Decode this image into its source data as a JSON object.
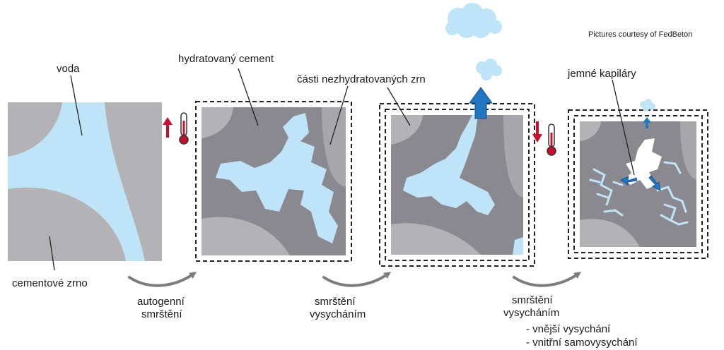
{
  "credit": "Pictures courtesy of FedBeton",
  "labels": {
    "water": "voda",
    "cement_grain": "cementové zrno",
    "hydrated_cement": "hydratovaný cement",
    "unhydrated_parts": "části nezhydratovaných zrn",
    "fine_capillaries": "jemné kapiláry"
  },
  "steps": [
    {
      "line1": "autogenní",
      "line2": "smrštění"
    },
    {
      "line1": "smrštění",
      "line2": "vysycháním"
    },
    {
      "line1": "smrštění",
      "line2": "vysycháním"
    }
  ],
  "drying_types": [
    "- vnější vysychání",
    "- vnitřní samovysychání"
  ],
  "colors": {
    "water": "#bfe3f7",
    "grain_light": "#b3b3b6",
    "grain_dark": "#8e8d93",
    "hydrated": "#8a898f",
    "thermo_red": "#c8102e",
    "blue_arrow": "#2277c3"
  },
  "icons": {
    "temp_up": "thermometer-rising-icon",
    "temp_down": "thermometer-falling-icon",
    "process": "curved-arrow-icon",
    "evaporation": "cloud-icon"
  }
}
